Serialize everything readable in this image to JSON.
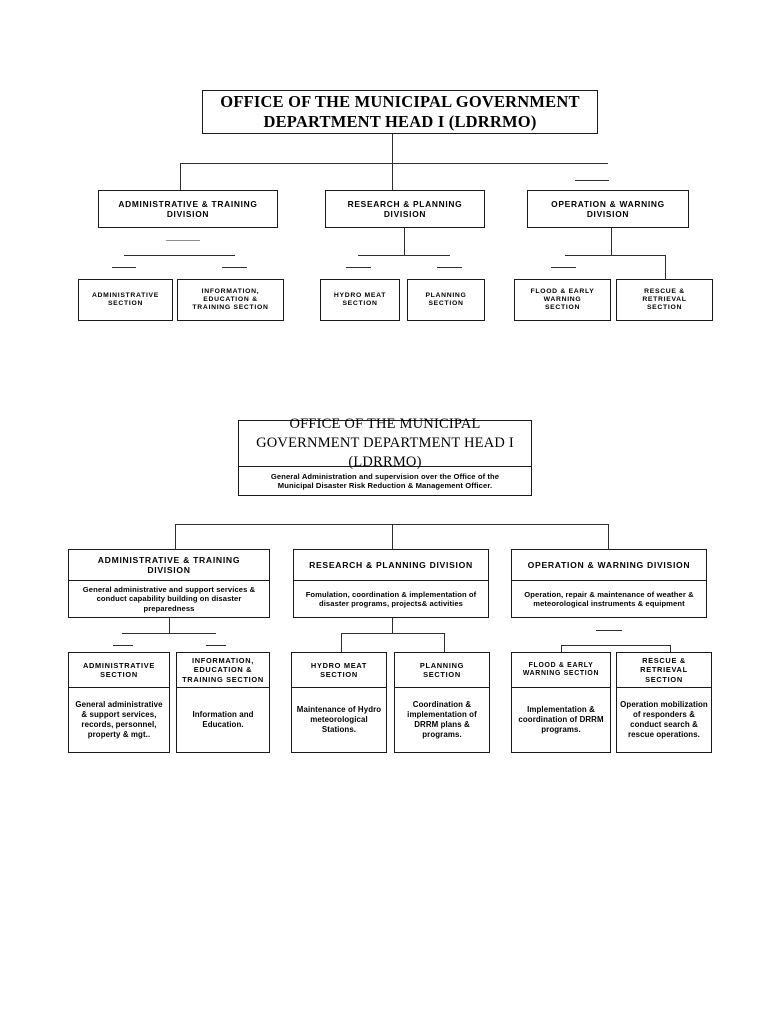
{
  "document": {
    "type": "organizational-chart",
    "title": "Office of the Municipal Government Department Head I (LDRRMO) Organizational Structure"
  },
  "chart_data": {
    "type": "diagram",
    "diagram_type": "organizational-chart",
    "charts": [
      {
        "id": "structure-chart",
        "root": "OFFICE OF THE MUNICIPAL GOVERNMENT DEPARTMENT HEAD I (LDRRMO)",
        "divisions": [
          {
            "name": "ADMINISTRATIVE & TRAINING DIVISION",
            "sections": [
              "ADMINISTRATIVE SECTION",
              "INFORMATION, EDUCATION & TRAINING SECTION"
            ]
          },
          {
            "name": "RESEARCH & PLANNING DIVISION",
            "sections": [
              "HYDRO MEAT SECTION",
              "PLANNING SECTION"
            ]
          },
          {
            "name": "OPERATION & WARNING DIVISION",
            "sections": [
              "FLOOD & EARLY WARNING SECTION",
              "RESCUE & RETRIEVAL SECTION"
            ]
          }
        ]
      },
      {
        "id": "functions-chart",
        "root": "OFFICE OF THE MUNICIPAL GOVERNMENT DEPARTMENT HEAD I (LDRRMO)",
        "root_function": "General Administration and supervision over the Office of the Municipal Disaster Risk Reduction & Management Officer.",
        "divisions": [
          {
            "name": "ADMINISTRATIVE & TRAINING DIVISION",
            "function": "General administrative and support services & conduct capability building on disaster preparedness",
            "sections": [
              {
                "name": "ADMINISTRATIVE SECTION",
                "function": "General administrative & support services, records, personnel, property & mgt.."
              },
              {
                "name": "INFORMATION, EDUCATION & TRAINING SECTION",
                "function": "Information and Education."
              }
            ]
          },
          {
            "name": "RESEARCH & PLANNING DIVISION",
            "function": "Fomulation, coordination & implementation of disaster programs, projects& activities",
            "sections": [
              {
                "name": "HYDRO MEAT SECTION",
                "function": "Maintenance of Hydro meteorological Stations."
              },
              {
                "name": "PLANNING SECTION",
                "function": "Coordination & implementation of DRRM plans & programs."
              }
            ]
          },
          {
            "name": "OPERATION & WARNING DIVISION",
            "function": "Operation, repair & maintenance of weather & meteorological instruments & equipment",
            "sections": [
              {
                "name": "FLOOD & EARLY WARNING SECTION",
                "function": "Implementation & coordination of DRRM programs."
              },
              {
                "name": "RESCUE & RETRIEVAL SECTION",
                "function": "Operation mobilization of responders & conduct search & rescue operations."
              }
            ]
          }
        ]
      }
    ]
  },
  "chart1": {
    "root": {
      "line1": "OFFICE OF THE MUNICIPAL GOVERNMENT",
      "line2": "DEPARTMENT HEAD I (LDRRMO)"
    },
    "divisions": [
      {
        "line1": "ADMINISTRATIVE & TRAINING",
        "line2": "DIVISION"
      },
      {
        "line1": "RESEARCH & PLANNING",
        "line2": "DIVISION"
      },
      {
        "line1": "OPERATION & WARNING",
        "line2": "DIVISION"
      }
    ],
    "sections": [
      {
        "line1": "ADMINISTRATIVE",
        "line2": "SECTION",
        "line3": ""
      },
      {
        "line1": "INFORMATION,",
        "line2": "EDUCATION &",
        "line3": "TRAINING SECTION"
      },
      {
        "line1": "HYDRO MEAT",
        "line2": "SECTION",
        "line3": ""
      },
      {
        "line1": "PLANNING",
        "line2": "SECTION",
        "line3": ""
      },
      {
        "line1": "FLOOD & EARLY",
        "line2": "WARNING",
        "line3": "SECTION"
      },
      {
        "line1": "RESCUE &",
        "line2": "RETRIEVAL",
        "line3": "SECTION"
      }
    ]
  },
  "chart2": {
    "root": {
      "line1": "OFFICE OF THE MUNICIPAL",
      "line2": "GOVERNMENT DEPARTMENT HEAD I",
      "line3": "(LDRRMO)",
      "desc_line1": "General Administration and supervision over the Office of the",
      "desc_line2": "Municipal Disaster Risk Reduction & Management Officer."
    },
    "divisions": [
      {
        "line1": "ADMINISTRATIVE & TRAINING",
        "line2": "DIVISION",
        "desc": "General administrative and support services & conduct capability building on disaster preparedness"
      },
      {
        "line1": "RESEARCH & PLANNING DIVISION",
        "line2": "",
        "desc": "Fomulation, coordination & implementation of disaster programs, projects& activities"
      },
      {
        "line1": "OPERATION & WARNING DIVISION",
        "line2": "",
        "desc": "Operation, repair & maintenance of weather & meteorological instruments & equipment"
      }
    ],
    "sections": [
      {
        "line1": "ADMINISTRATIVE",
        "line2": "SECTION",
        "line3": "",
        "desc": "General administrative & support services, records, personnel, property & mgt.."
      },
      {
        "line1": "INFORMATION,",
        "line2": "EDUCATION &",
        "line3": "TRAINING SECTION",
        "desc": "Information and Education."
      },
      {
        "line1": "HYDRO MEAT",
        "line2": "SECTION",
        "line3": "",
        "desc": "Maintenance of Hydro meteorological Stations."
      },
      {
        "line1": "PLANNING",
        "line2": "SECTION",
        "line3": "",
        "desc": "Coordination & implementation of DRRM plans & programs."
      },
      {
        "line1": "FLOOD & EARLY",
        "line2": "WARNING SECTION",
        "line3": "",
        "desc": "Implementation & coordination of DRRM programs."
      },
      {
        "line1": "RESCUE &",
        "line2": "RETRIEVAL",
        "line3": "SECTION",
        "desc": "Operation mobilization of responders & conduct search & rescue operations."
      }
    ]
  }
}
